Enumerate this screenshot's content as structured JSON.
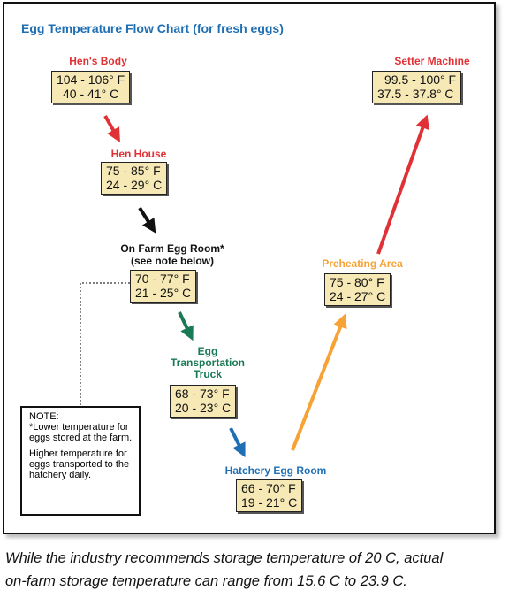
{
  "title": "Egg Temperature Flow Chart (for fresh eggs)",
  "colors": {
    "title_blue": "#1f6fb5",
    "red": "#e03236",
    "green": "#1a7a56",
    "blue": "#1f6fb5",
    "orange": "#f7a234",
    "black": "#111111",
    "box_fill": "#f6e9b6"
  },
  "stages": {
    "hens_body": {
      "label": "Hen's Body",
      "fahrenheit": "104 - 106° F",
      "celsius": "40 - 41° C"
    },
    "hen_house": {
      "label": "Hen House",
      "fahrenheit": "75 - 85° F",
      "celsius": "24 - 29° C"
    },
    "on_farm_egg_room": {
      "label": "On Farm Egg Room*",
      "sublabel": "(see note below)",
      "fahrenheit": "70 - 77° F",
      "celsius": "21 - 25° C"
    },
    "egg_transportation_truck": {
      "label_line1": "Egg",
      "label_line2": "Transportation",
      "label_line3": "Truck",
      "fahrenheit": "68 - 73° F",
      "celsius": "20 - 23° C"
    },
    "hatchery_egg_room": {
      "label": "Hatchery Egg Room",
      "fahrenheit": "66 - 70° F",
      "celsius": "19 - 21° C"
    },
    "preheating_area": {
      "label": "Preheating Area",
      "fahrenheit": "75 - 80° F",
      "celsius": "24 - 27° C"
    },
    "setter_machine": {
      "label": "Setter Machine",
      "fahrenheit": "99.5 - 100° F",
      "celsius": "37.5 - 37.8° C"
    }
  },
  "note": {
    "heading": "NOTE:",
    "text1": "*Lower temperature for eggs stored at the farm.",
    "text2": "Higher temperature for eggs transported to the hatchery daily."
  },
  "caption": {
    "line1": "While the industry recommends storage temperature of 20 C, actual",
    "line2": "on-farm storage temperature can range from 15.6 C to 23.9 C."
  }
}
